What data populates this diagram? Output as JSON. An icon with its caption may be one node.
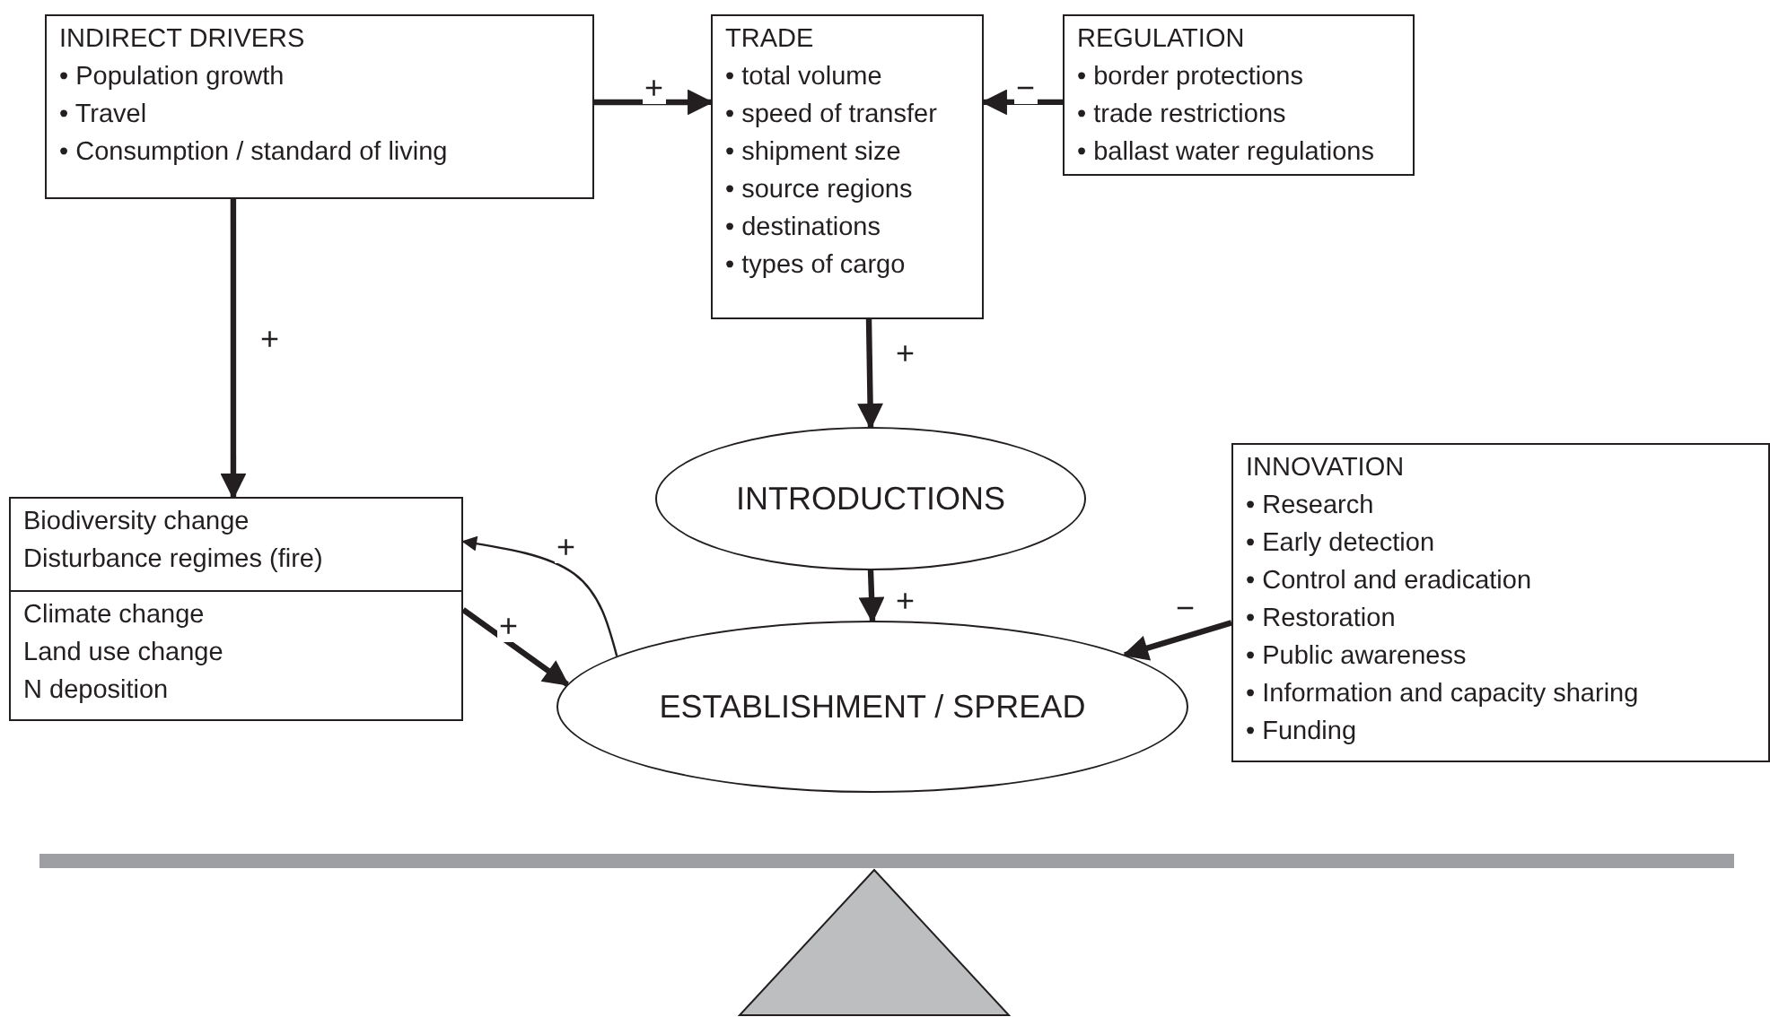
{
  "diagram": {
    "nodes": [
      {
        "text": [
          "INDIRECT DRIVERS",
          "• Population growth",
          "• Travel",
          "• Consumption / standard of living"
        ]
      },
      {
        "text": [
          "TRADE",
          "• total volume",
          "• speed of transfer",
          "• shipment size",
          "• source regions",
          "• destinations",
          "• types of cargo"
        ]
      },
      {
        "text": [
          "REGULATION",
          "• border protections",
          "• trade restrictions",
          "• ballast water regulations"
        ]
      },
      {
        "text": [
          "Biodiversity change",
          "Disturbance regimes (fire)"
        ]
      },
      {
        "text": [
          "Climate change",
          "Land use change",
          "N deposition"
        ]
      },
      {
        "text": [
          "INTRODUCTIONS"
        ]
      },
      {
        "text": [
          "ESTABLISHMENT / SPREAD"
        ]
      },
      {
        "text": [
          "INNOVATION",
          "• Research",
          "• Early detection",
          "• Control and eradication",
          "• Restoration",
          "• Public awareness",
          "• Information and capacity sharing",
          "• Funding"
        ]
      }
    ],
    "edges": [
      {
        "from": 0,
        "to": 1,
        "arrow": "to",
        "label": "+"
      },
      {
        "from": 2,
        "to": 1,
        "arrow": "to",
        "label": "−"
      },
      {
        "from": 0,
        "to": 3,
        "arrow": "to",
        "label": "+"
      },
      {
        "from": 1,
        "to": 5,
        "arrow": "to",
        "label": "+"
      },
      {
        "from": 5,
        "to": 6,
        "arrow": "to",
        "label": "+"
      },
      {
        "from": 4,
        "to": 6,
        "arrow": "to",
        "label": "+"
      },
      {
        "from": 6,
        "to": 3,
        "arrow": "to",
        "label": "+"
      },
      {
        "from": 7,
        "to": 6,
        "arrow": "to",
        "label": "−"
      }
    ]
  }
}
